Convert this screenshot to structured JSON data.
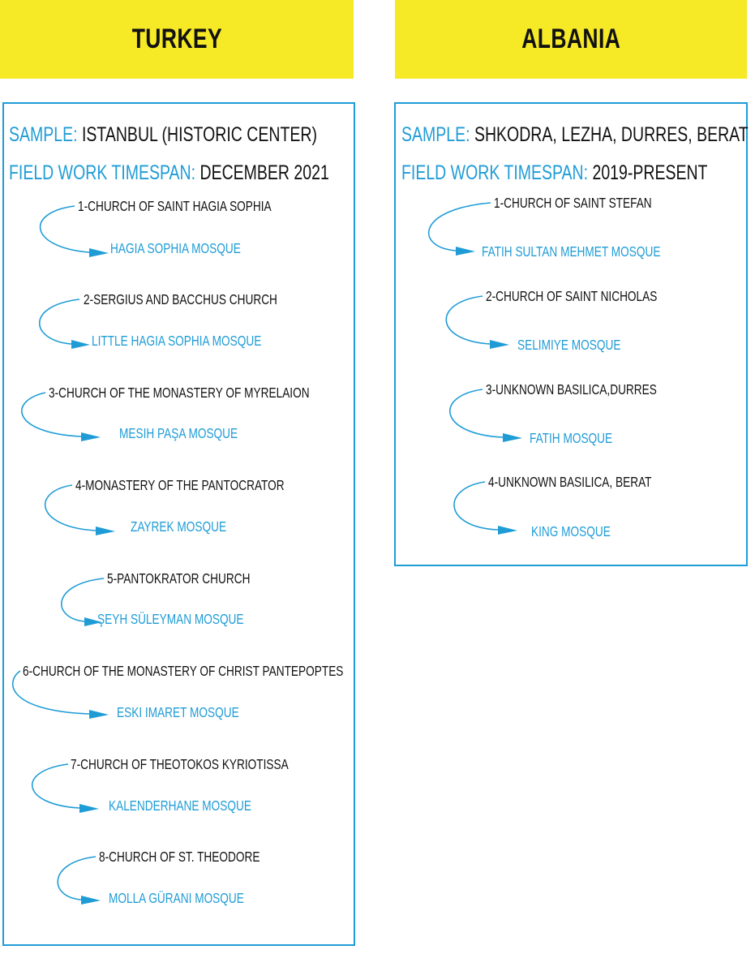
{
  "countries": [
    {
      "name": "TURKEY",
      "sample_label": "SAMPLE:",
      "sample_value": "ISTANBUL (HISTORIC CENTER)",
      "timespan_label": "FIELD WORK TIMESPAN:",
      "timespan_value": "DECEMBER 2021",
      "items": [
        {
          "church": "1-CHURCH OF SAINT HAGIA SOPHIA",
          "mosque": "HAGIA SOPHIA MOSQUE"
        },
        {
          "church": "2-SERGIUS AND BACCHUS CHURCH",
          "mosque": "LITTLE HAGIA SOPHIA MOSQUE"
        },
        {
          "church": "3-CHURCH OF THE MONASTERY OF MYRELAION",
          "mosque": "MESIH PAŞA MOSQUE"
        },
        {
          "church": "4-MONASTERY OF THE PANTOCRATOR",
          "mosque": "ZAYREK MOSQUE"
        },
        {
          "church": "5-PANTOKRATOR CHURCH",
          "mosque": "ŞEYH SÜLEYMAN MOSQUE"
        },
        {
          "church": "6-CHURCH OF THE MONASTERY OF CHRIST PANTEPOPTES",
          "mosque": "ESKI IMARET MOSQUE"
        },
        {
          "church": "7-CHURCH OF THEOTOKOS KYRIOTISSA",
          "mosque": "KALENDERHANE MOSQUE"
        },
        {
          "church": "8-CHURCH OF ST. THEODORE",
          "mosque": "MOLLA GÜRANI MOSQUE"
        }
      ]
    },
    {
      "name": "ALBANIA",
      "sample_label": "SAMPLE:",
      "sample_value": "SHKODRA, LEZHA, DURRES, BERAT",
      "timespan_label": "FIELD WORK TIMESPAN:",
      "timespan_value": "2019-PRESENT",
      "items": [
        {
          "church": "1-CHURCH OF SAINT STEFAN",
          "mosque": "FATIH SULTAN MEHMET MOSQUE"
        },
        {
          "church": "2-CHURCH OF SAINT NICHOLAS",
          "mosque": "SELIMIYE  MOSQUE"
        },
        {
          "church": "3-UNKNOWN BASILICA,DURRES",
          "mosque": "FATIH MOSQUE"
        },
        {
          "church": "4-UNKNOWN BASILICA, BERAT",
          "mosque": "KING MOSQUE"
        }
      ]
    }
  ],
  "colors": {
    "accent": "#1f9cd6",
    "header_bg": "#f6e926",
    "text": "#111111"
  }
}
